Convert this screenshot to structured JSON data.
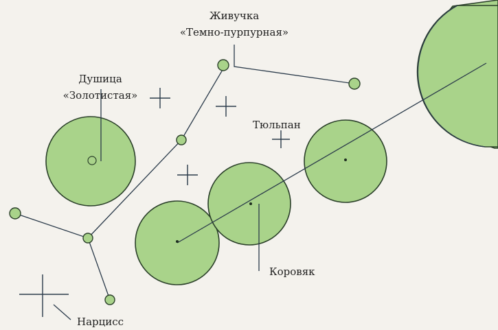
{
  "labels": {
    "zhivuchka_line1": "Живучка",
    "zhivuchka_line2": "«Темно-пурпурная»",
    "dushitsa_line1": "Душица",
    "dushitsa_line2": "«Золотистая»",
    "tyulpan": "Тюльпан",
    "korovyak": "Коровяк",
    "nartsiss": "Нарцисс"
  },
  "colors": {
    "plant_fill": "#a9d38a",
    "outline": "#2a3f29",
    "background": "#f4f2ed"
  }
}
